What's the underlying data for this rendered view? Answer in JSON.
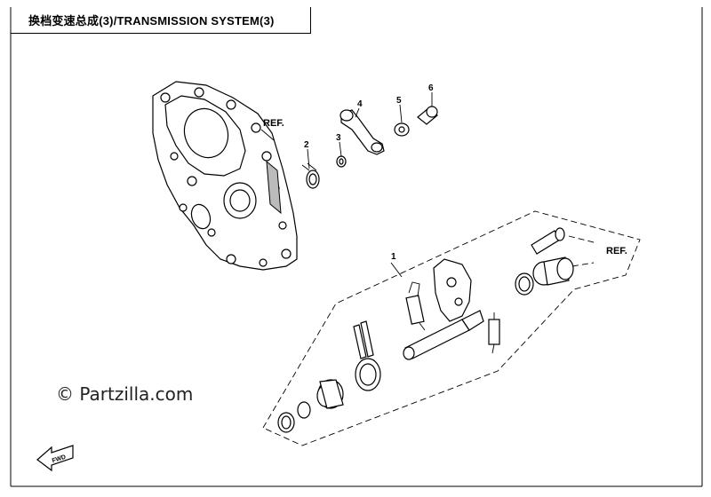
{
  "header": {
    "title": "换档变速总成(3)/TRANSMISSION SYSTEM(3)"
  },
  "callouts": {
    "c1": "1",
    "c2": "2",
    "c3": "3",
    "c4": "4",
    "c5": "5",
    "c6": "6"
  },
  "refs": {
    "ref_top": "REF.",
    "ref_right": "REF."
  },
  "watermark": {
    "text": "© Partzilla.com"
  },
  "fwd_label": "FWD",
  "colors": {
    "line": "#000000",
    "background": "#ffffff"
  }
}
